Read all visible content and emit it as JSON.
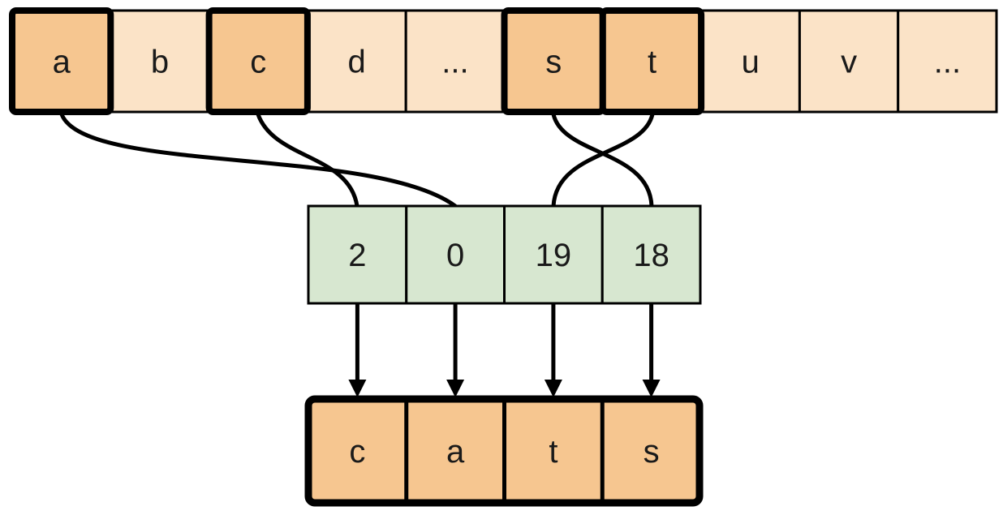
{
  "diagram": {
    "type": "array-indexing-diagram",
    "alphabet_array": {
      "cells": [
        {
          "label": "a",
          "highlighted": true
        },
        {
          "label": "b",
          "highlighted": false
        },
        {
          "label": "c",
          "highlighted": true
        },
        {
          "label": "d",
          "highlighted": false
        },
        {
          "label": "...",
          "highlighted": false
        },
        {
          "label": "s",
          "highlighted": true
        },
        {
          "label": "t",
          "highlighted": true
        },
        {
          "label": "u",
          "highlighted": false
        },
        {
          "label": "v",
          "highlighted": false
        },
        {
          "label": "...",
          "highlighted": false
        }
      ]
    },
    "index_array": {
      "cells": [
        {
          "value": "2"
        },
        {
          "value": "0"
        },
        {
          "value": "19"
        },
        {
          "value": "18"
        }
      ]
    },
    "output_array": {
      "cells": [
        {
          "label": "c"
        },
        {
          "label": "a"
        },
        {
          "label": "t"
        },
        {
          "label": "s"
        }
      ]
    },
    "connections": [
      {
        "from_letter": "a",
        "to_index_value": "0"
      },
      {
        "from_letter": "c",
        "to_index_value": "2"
      },
      {
        "from_letter": "s",
        "to_index_value": "18"
      },
      {
        "from_letter": "t",
        "to_index_value": "19"
      }
    ],
    "arrows": [
      {
        "from_index_value": "2",
        "to_output_letter": "c"
      },
      {
        "from_index_value": "0",
        "to_output_letter": "a"
      },
      {
        "from_index_value": "19",
        "to_output_letter": "t"
      },
      {
        "from_index_value": "18",
        "to_output_letter": "s"
      }
    ]
  },
  "colors": {
    "cell_light": "#fbe3c7",
    "cell_highlight": "#f6c690",
    "cell_index": "#d7e7d0",
    "outline": "#000000",
    "background": "#ffffff"
  }
}
